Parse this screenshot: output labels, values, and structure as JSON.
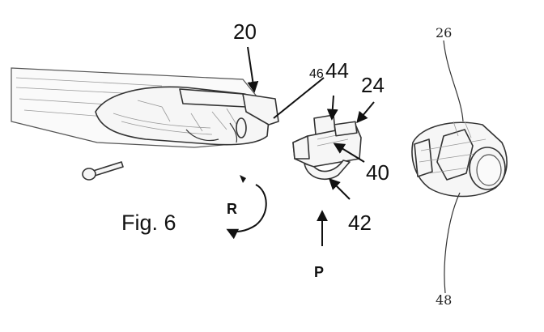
{
  "figure": {
    "caption": "Fig. 6",
    "rotation_label": "R",
    "push_label": "P",
    "labels": {
      "ref_20": "20",
      "ref_46": "46",
      "ref_44": "44",
      "ref_24": "24",
      "ref_40": "40",
      "ref_42": "42",
      "ref_26": "26",
      "ref_48": "48"
    }
  }
}
